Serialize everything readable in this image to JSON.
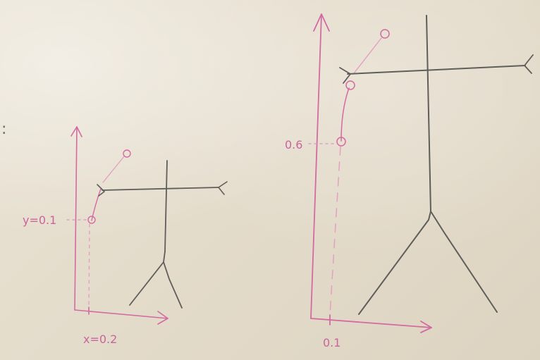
{
  "board": {
    "margin_mark": ":",
    "left_diagram": {
      "y_label": "y=0.1",
      "x_label": "x=0.2"
    },
    "right_diagram": {
      "y_label": "0.6",
      "x_label": "0.1"
    }
  },
  "colors": {
    "board": "#e6dfcf",
    "stick_figure_ink": "#5f5e5a",
    "axis_ink": "#d46aa2"
  }
}
